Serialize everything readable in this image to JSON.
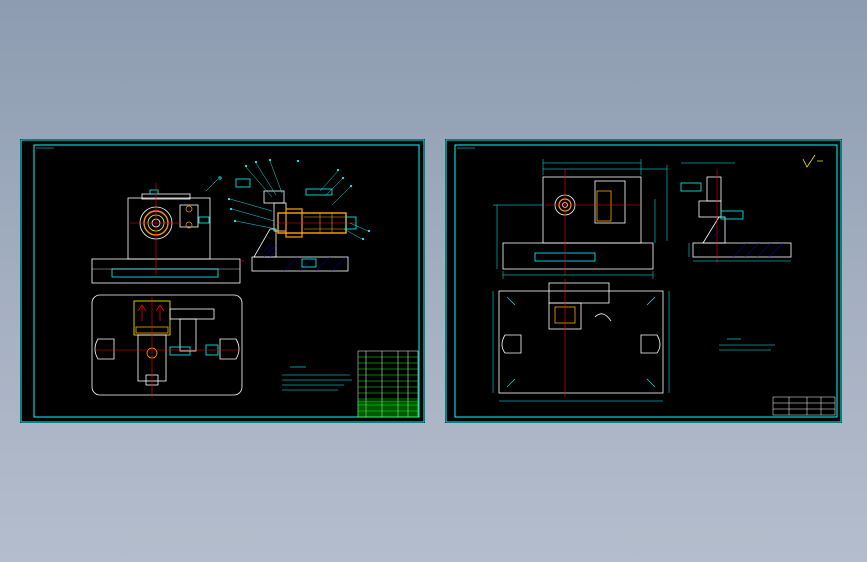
{
  "viewer": {
    "background_top": "#8d9cb1",
    "background_bottom": "#b4bdcc"
  },
  "colors": {
    "frame": "#00ffff",
    "outline": "#ffffff",
    "dimension": "#00ffff",
    "centerline": "#ff0000",
    "hatch": "#0000ff",
    "highlight": "#ffa500",
    "title_block": "#00ff00",
    "sheet": "#000000"
  },
  "sheets": [
    {
      "name": "assembly-drawing",
      "views": [
        "front-view",
        "side-section-view",
        "top-view"
      ],
      "has_parts_list": true,
      "has_technical_notes": true
    },
    {
      "name": "part-drawing",
      "views": [
        "front-view",
        "side-view",
        "top-view"
      ],
      "has_parts_list": false,
      "has_technical_notes": true
    }
  ]
}
